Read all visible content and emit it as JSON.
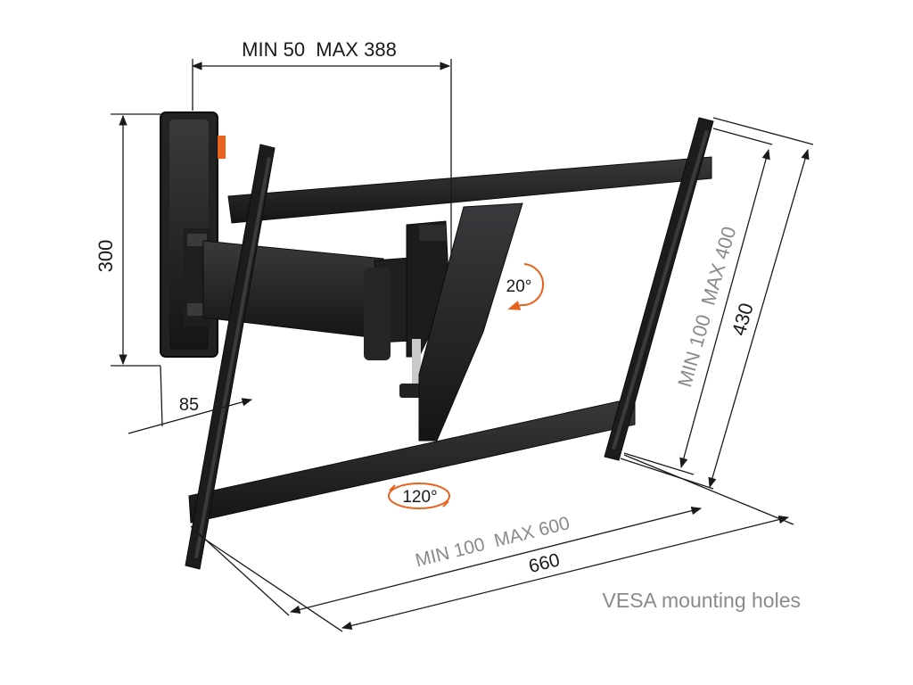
{
  "dimensions": {
    "arm_extension": "MIN 50  MAX 388",
    "wall_plate_height": "300",
    "wall_depth": "85",
    "tilt_angle": "20°",
    "swivel_angle": "120°",
    "vesa_vertical_range": "MIN 100  MAX 400",
    "vertical_size": "430",
    "vesa_horizontal_range": "MIN 100  MAX 600",
    "horizontal_size": "660"
  },
  "caption": "VESA mounting holes",
  "colors": {
    "metal": "#1c1c1e",
    "metal_highlight": "#3a3a3d",
    "accent_orange": "#e8641e",
    "dim_dark": "#1a1a1a",
    "dim_grey": "#8a8a8a"
  }
}
